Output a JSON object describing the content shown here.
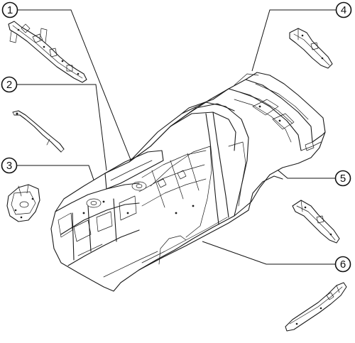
{
  "figure": {
    "callouts": [
      {
        "id": "callout-1",
        "label": "1"
      },
      {
        "id": "callout-2",
        "label": "2"
      },
      {
        "id": "callout-3",
        "label": "3"
      },
      {
        "id": "callout-4",
        "label": "4"
      },
      {
        "id": "callout-5",
        "label": "5"
      },
      {
        "id": "callout-6",
        "label": "6"
      }
    ]
  },
  "colors": {
    "line": "#1a1a1a",
    "background": "#ffffff"
  }
}
